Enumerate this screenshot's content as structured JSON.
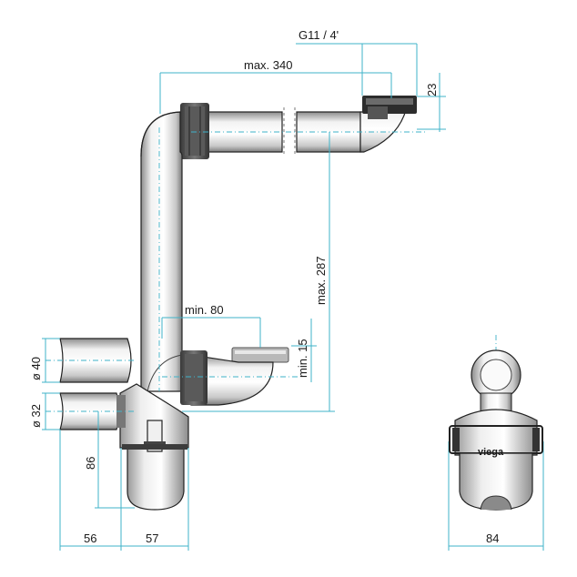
{
  "dimensions": {
    "thread": "G11 / 4'",
    "max_length": "max. 340",
    "height_top": "23",
    "max_height": "max. 287",
    "min_offset": "min. 80",
    "min_drop": "min. 15",
    "dia_40": "ø 40",
    "dia_32": "ø 32",
    "depth_86": "86",
    "width_56": "56",
    "width_57": "57",
    "width_84": "84"
  },
  "brand": "viega",
  "colors": {
    "dimension_line": "#3fb3c9",
    "outline": "#222222",
    "pipe_light": "#f4f4f4",
    "pipe_mid": "#bdbdbd",
    "pipe_dark": "#8a8a8a"
  }
}
